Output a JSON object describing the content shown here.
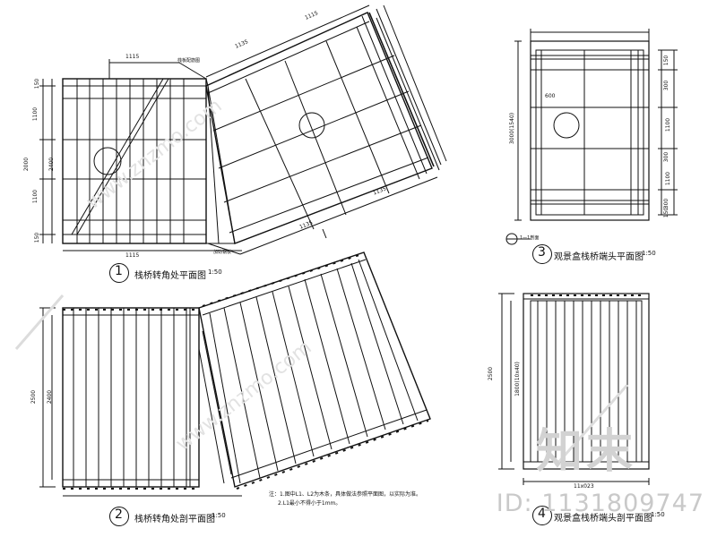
{
  "views": {
    "v1": {
      "num": "1",
      "title": "栈桥转角处平面图",
      "scale": "1:50"
    },
    "v2": {
      "num": "2",
      "title": "栈桥转角处剖平面图",
      "scale": "1:50"
    },
    "v3": {
      "num": "3",
      "title": "观景盒栈桥端头平面图",
      "scale": "1:50"
    },
    "v4": {
      "num": "4",
      "title": "观景盒栈桥端头剖平面图",
      "scale": "1:50"
    }
  },
  "dims": {
    "v1_top": "1115",
    "v1_top_right": "1135",
    "v1_top_right2": "1115",
    "v1_bottom": "1115",
    "v1_bottom_mid": "1135",
    "v1_bottom_right": "1135",
    "v1_left_a": "150",
    "v1_left_b": "1100",
    "v1_left_c": "1100",
    "v1_left_d": "150",
    "v1_left_total": "2400",
    "v1_left_total2": "2000",
    "v2_left_a": "2500",
    "v2_left_b": "2400",
    "v3_left": "3000(1540)",
    "v3_right": [
      "150",
      "300",
      "1100",
      "300",
      "1100",
      "300",
      "150"
    ],
    "v3_top": "600",
    "v4_left_a": "2500",
    "v4_left_b": "1800(10x40)",
    "v4_bottom": "11x023"
  },
  "callouts": {
    "v1_top_tag": "栈板配筋图",
    "v1_bottom_tag": "加劲钢板",
    "v3_section": "1—1剖面"
  },
  "notes": {
    "line1": "注：1.图中L1、L2为木条，具体做法参照平面图，以实际为准。",
    "line2": "2.L1最小不得小于1mm。"
  },
  "watermarks": {
    "id": "ID: 1131809747",
    "logo": "知末",
    "site": "www.znzmo.com"
  }
}
